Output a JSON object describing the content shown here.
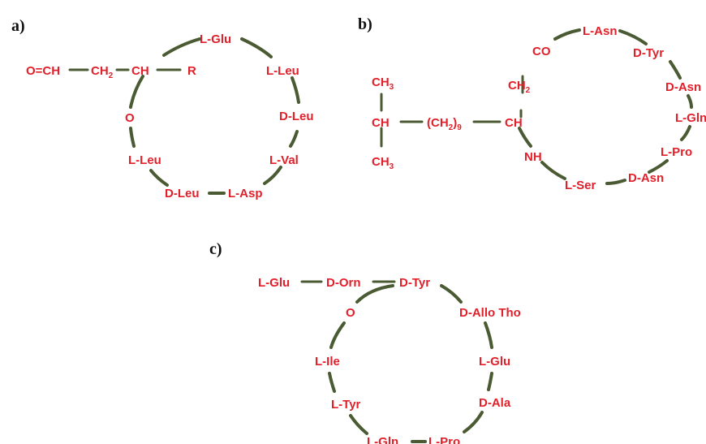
{
  "colors": {
    "label": "#e0202a",
    "bond": "#4a5a32",
    "panel": "#111111",
    "background": "#ffffff"
  },
  "panels": [
    "a)",
    "b)",
    "c)"
  ],
  "a": {
    "chain": [
      "O=CH",
      "CH",
      "2",
      "CH",
      "R"
    ],
    "ring": [
      "L-Glu",
      "L-Leu",
      "D-Leu",
      "L-Val",
      "L-Asp",
      "D-Leu",
      "L-Leu",
      "O"
    ]
  },
  "b": {
    "tail": [
      "CH",
      "3",
      "CH",
      "CH",
      "3",
      "(CH",
      "2",
      ")",
      "9",
      "CH"
    ],
    "ring": [
      "CO",
      "L-Asn",
      "D-Tyr",
      "D-Asn",
      "L-Gln",
      "L-Pro",
      "D-Asn",
      "L-Ser",
      "NH",
      "CH",
      "2"
    ]
  },
  "c": {
    "chain": [
      "L-Glu",
      "D-Orn"
    ],
    "ring": [
      "D-Tyr",
      "D-Allo Tho",
      "L-Glu",
      "D-Ala",
      "L-Pro",
      "L-Gln",
      "L-Tyr",
      "L-Ile",
      "O"
    ]
  }
}
